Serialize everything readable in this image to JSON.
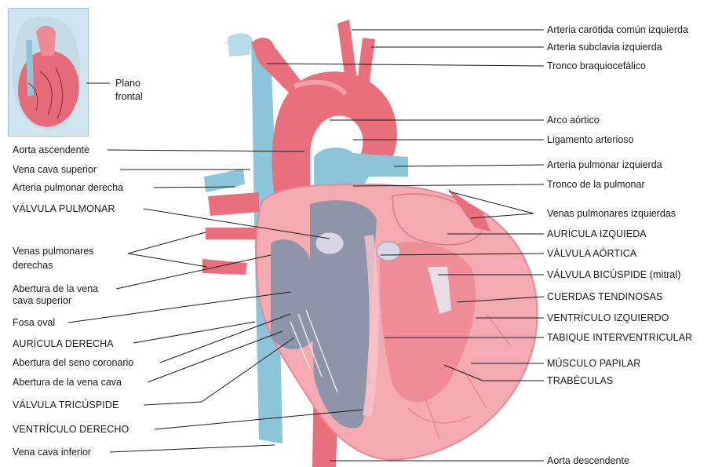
{
  "inset": {
    "label_line1": "Plano",
    "label_line2": "frontal"
  },
  "labels_left": {
    "aorta_ascendente": "Aorta ascendente",
    "vena_cava_superior": "Vena cava superior",
    "arteria_pulmonar_derecha": "Arteria pulmonar derecha",
    "valvula_pulmonar": "VÁLVULA PULMONAR",
    "venas_pulmonares_derechas_1": "Venas pulmonares",
    "venas_pulmonares_derechas_2": "derechas",
    "abertura_vena_cava_sup_1": "Abertura de la vena",
    "abertura_vena_cava_sup_2": "cava superior",
    "fosa_oval": "Fosa oval",
    "auricula_derecha": "AURÍCULA DERECHA",
    "abertura_seno_coronario": "Abertura del seno coronario",
    "abertura_vena_cava": "Abertura de la vena cava",
    "valvula_tricuspide": "VÁLVULA TRICÚSPIDE",
    "ventriculo_derecho": "VENTRÍCULO DERECHO",
    "vena_cava_inferior": "Vena cava inferior"
  },
  "labels_right": {
    "carotida": "Arteria carótida común izquierda",
    "subclavia": "Arteria subclavia izquierda",
    "braquiocefalico": "Tronco braquiocefálico",
    "arco_aortico": "Arco aórtico",
    "ligamento": "Ligamento arterioso",
    "arteria_pulmonar_izq": "Arteria pulmonar izquierda",
    "tronco_pulmonar": "Tronco de la pulmonar",
    "venas_pulmonares_izq": "Venas pulmonares izquierdas",
    "auricula_izq": "AURÍCULA IZQUIEDA",
    "valvula_aortica": "VÁLVULA AÓRTICA",
    "valvula_bicuspide": "VÁLVULA BICÚSPIDE (mitral)",
    "cuerdas": "CUERDAS TENDINOSAS",
    "ventriculo_izq": "VENTRÍCULO IZQUIERDO",
    "tabique": "TABIQUE INTERVENTRICULAR",
    "musculo_papilar": "MÚSCULO PAPILAR",
    "trabeculas": "TRABÉCULAS",
    "aorta_descendente": "Aorta descendente"
  },
  "colors": {
    "artery": "#ea6f7c",
    "artery_light": "#f3a2aa",
    "vein": "#8cc4da",
    "vein_dark": "#6aa9c3",
    "myocardium": "#f4aab1",
    "chamber": "#8f95a8",
    "valve": "#d9d6e6",
    "leader": "#1a1a1a"
  }
}
